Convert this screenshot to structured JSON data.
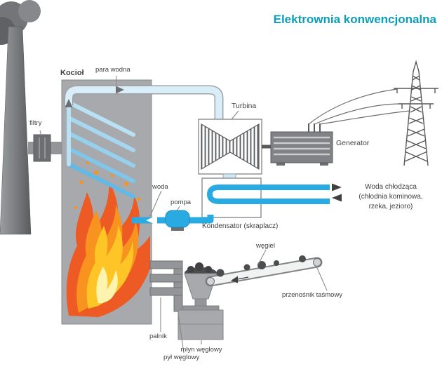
{
  "title": "Elektrownia konwencjonalna",
  "labels": {
    "boiler": "Kocioł",
    "steam": "para wodna",
    "filters": "filtry",
    "turbine": "Turbina",
    "generator": "Generator",
    "cooling_line1": "Woda chłodząca",
    "cooling_line2": "(chłodnia kominowa,",
    "cooling_line3": "rzeka, jezioro)",
    "condenser": "Kondensator (skraplacz)",
    "water": "woda",
    "pump": "pompa",
    "coal": "węgiel",
    "conveyor": "przenośnik taśmowy",
    "coal_mill": "młyn węglowy",
    "burner": "palnik",
    "coal_dust": "pył węglowy"
  },
  "colors": {
    "title": "#0d9db6",
    "label": "#414042",
    "boiler_gray": "#a7a9ac",
    "dark_gray": "#58595b",
    "pipe_light": "#d9eef8",
    "water_blue": "#29abe2",
    "flame_outer": "#ee5a24",
    "flame_mid": "#f7931e",
    "flame_inner": "#ffc527",
    "flame_core": "#fff3b0"
  }
}
